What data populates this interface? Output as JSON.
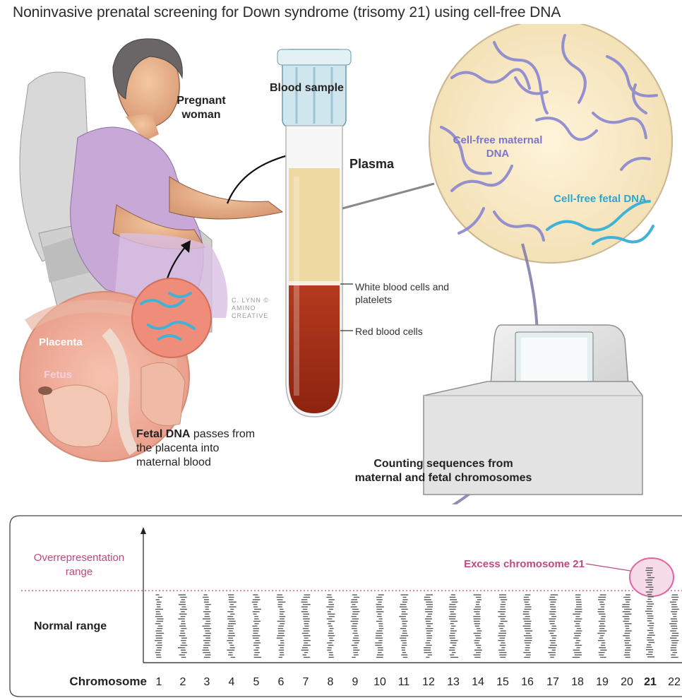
{
  "title": "Noninvasive prenatal screening for Down syndrome (trisomy 21) using cell-free DNA",
  "illustration": {
    "pregnant_woman": "Pregnant woman",
    "blood_sample": "Blood sample",
    "plasma": "Plasma",
    "white_cells": "White blood cells and platelets",
    "red_cells": "Red blood cells",
    "maternal_dna": "Cell-free maternal DNA",
    "fetal_dna": "Cell-free fetal DNA",
    "placenta": "Placenta",
    "fetus": "Fetus",
    "fetal_dna_bold": "Fetal DNA",
    "fetal_dna_rest": "passes from the placenta into maternal blood",
    "counting": "Counting sequences from maternal and fetal chromosomes",
    "credit": "C. LYNN © AMINO CREATIVE"
  },
  "chart_data": {
    "type": "diagram",
    "overrepresentation_label": "Overrepresentation range",
    "normal_label": "Normal range",
    "annotation": "Excess chromosome 21",
    "xlabel": "Chromosome",
    "categories": [
      "1",
      "2",
      "3",
      "4",
      "5",
      "6",
      "7",
      "8",
      "9",
      "10",
      "11",
      "12",
      "13",
      "14",
      "15",
      "16",
      "17",
      "18",
      "19",
      "20",
      "21",
      "22"
    ],
    "highlight": "21",
    "colors": {
      "accent": "#c0487f",
      "maternal": "#7b76c8",
      "fetal": "#2da7cf"
    }
  }
}
